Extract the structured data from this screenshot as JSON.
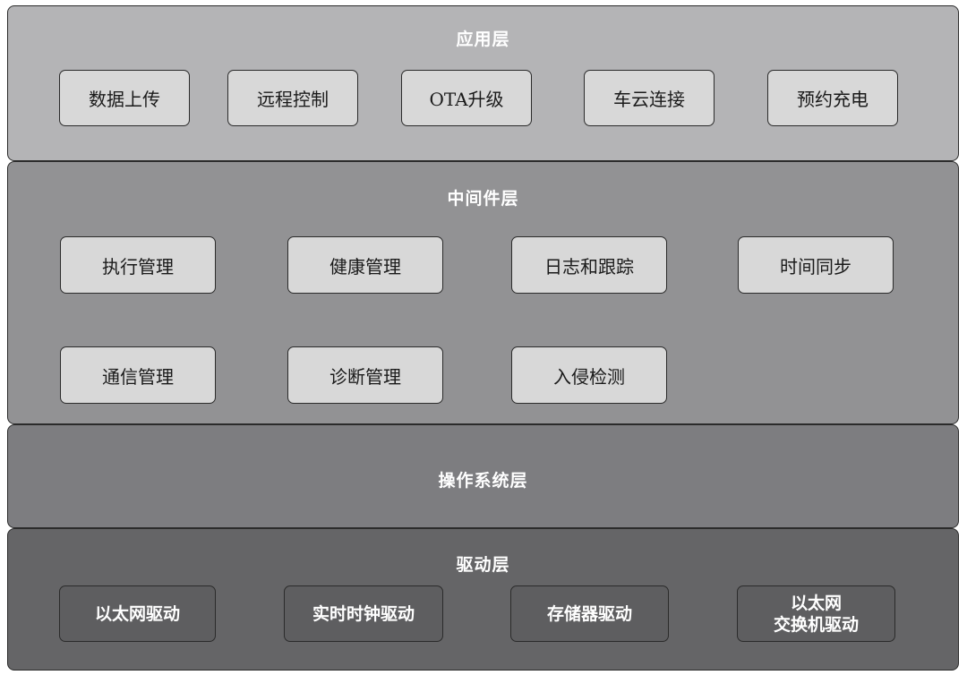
{
  "layers": {
    "application": {
      "title": "应用层",
      "modules": [
        "数据上传",
        "远程控制",
        "OTA升级",
        "车云连接",
        "预约充电"
      ]
    },
    "middleware": {
      "title": "中间件层",
      "modules": [
        "执行管理",
        "健康管理",
        "日志和跟踪",
        "时间同步",
        "通信管理",
        "诊断管理",
        "入侵检测"
      ]
    },
    "os": {
      "title": "操作系统层"
    },
    "driver": {
      "title": "驱动层",
      "modules": [
        "以太网驱动",
        "实时时钟驱动",
        "存储器驱动",
        "以太网\n交换机驱动"
      ]
    }
  },
  "colors": {
    "application_fill": "#b4b4b6",
    "middleware_fill": "#929294",
    "os_fill": "#7d7d80",
    "driver_fill": "#656567",
    "light_box_fill": "#d8d8d8",
    "dark_box_fill": "#5e5e60",
    "border": "#2b2b2b"
  }
}
